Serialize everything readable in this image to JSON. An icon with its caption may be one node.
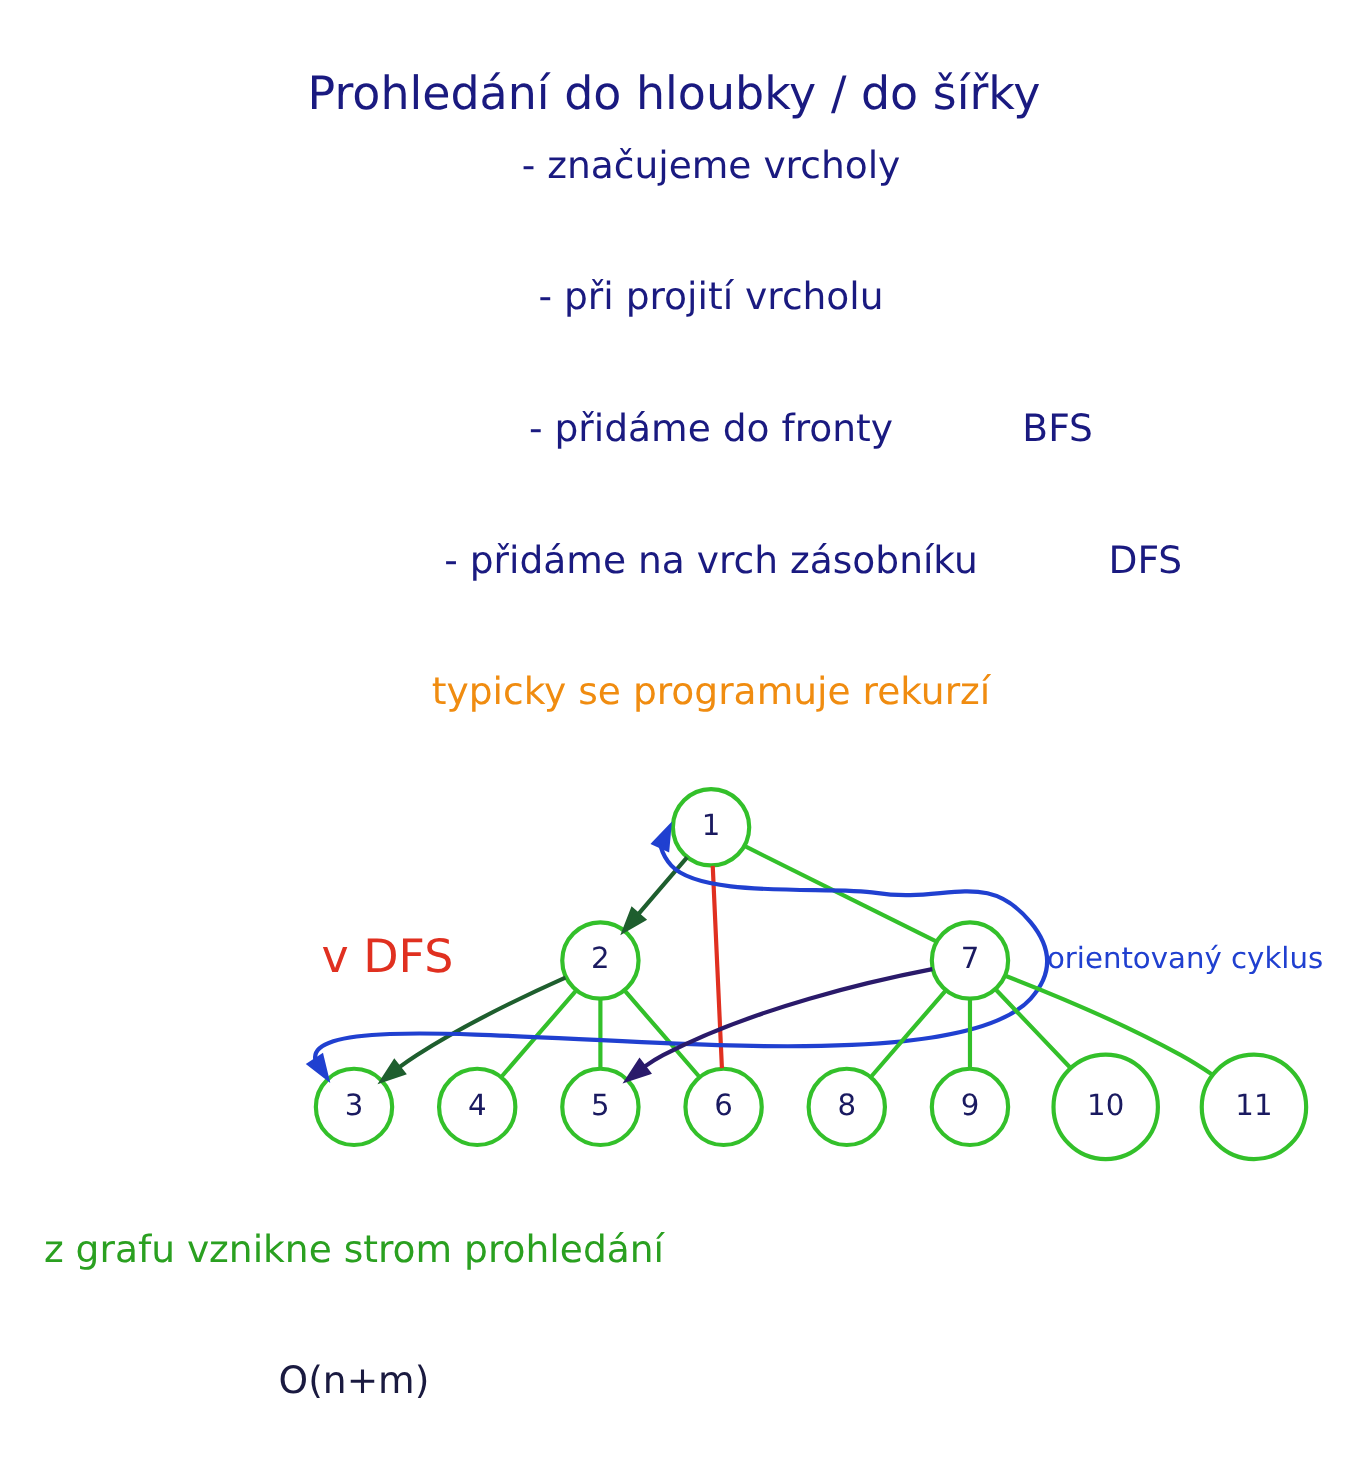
{
  "diagram": {
    "title": "Prohledání do hloubky / do šířky",
    "nodes": [
      {
        "text": [
          "1"
        ]
      },
      {
        "text": [
          "2"
        ]
      },
      {
        "text": [
          "3"
        ]
      },
      {
        "text": [
          "4"
        ]
      },
      {
        "text": [
          "5"
        ]
      },
      {
        "text": [
          "6"
        ]
      },
      {
        "text": [
          "7"
        ]
      },
      {
        "text": [
          "8"
        ]
      },
      {
        "text": [
          "9"
        ]
      },
      {
        "text": [
          "10"
        ]
      },
      {
        "text": [
          "11"
        ]
      }
    ],
    "edges": [
      {
        "from": 0,
        "to": 1,
        "arrow": "to",
        "color": "#1e5e2e"
      },
      {
        "from": 0,
        "to": 6,
        "arrow": "none"
      },
      {
        "from": 0,
        "to": 5,
        "arrow": "none",
        "color": "#e03020"
      },
      {
        "from": 1,
        "to": 2,
        "arrow": "to",
        "color": "#1e5e2e"
      },
      {
        "from": 1,
        "to": 3,
        "arrow": "none"
      },
      {
        "from": 1,
        "to": 4,
        "arrow": "none"
      },
      {
        "from": 1,
        "to": 5,
        "arrow": "none"
      },
      {
        "from": 6,
        "to": 4,
        "arrow": "to",
        "color": "#2a1a6a"
      },
      {
        "from": 6,
        "to": 7,
        "arrow": "none"
      },
      {
        "from": 6,
        "to": 8,
        "arrow": "none"
      },
      {
        "from": 6,
        "to": 9,
        "arrow": "none"
      },
      {
        "from": 6,
        "to": 10,
        "arrow": "none"
      },
      {
        "from": 2,
        "to": 0,
        "arrow": "both",
        "color": "#2040d0",
        "label": "orientovaný cyklus"
      }
    ],
    "labels": [
      "- značujeme vrcholy",
      "- při projití vrcholu",
      "- přidáme do fronty",
      "BFS",
      "- přidáme na vrch zásobníku",
      "DFS",
      "typicky se programuje rekurzí",
      "v DFS",
      "z grafu vznikne strom prohledání",
      "O(n+m)"
    ]
  }
}
